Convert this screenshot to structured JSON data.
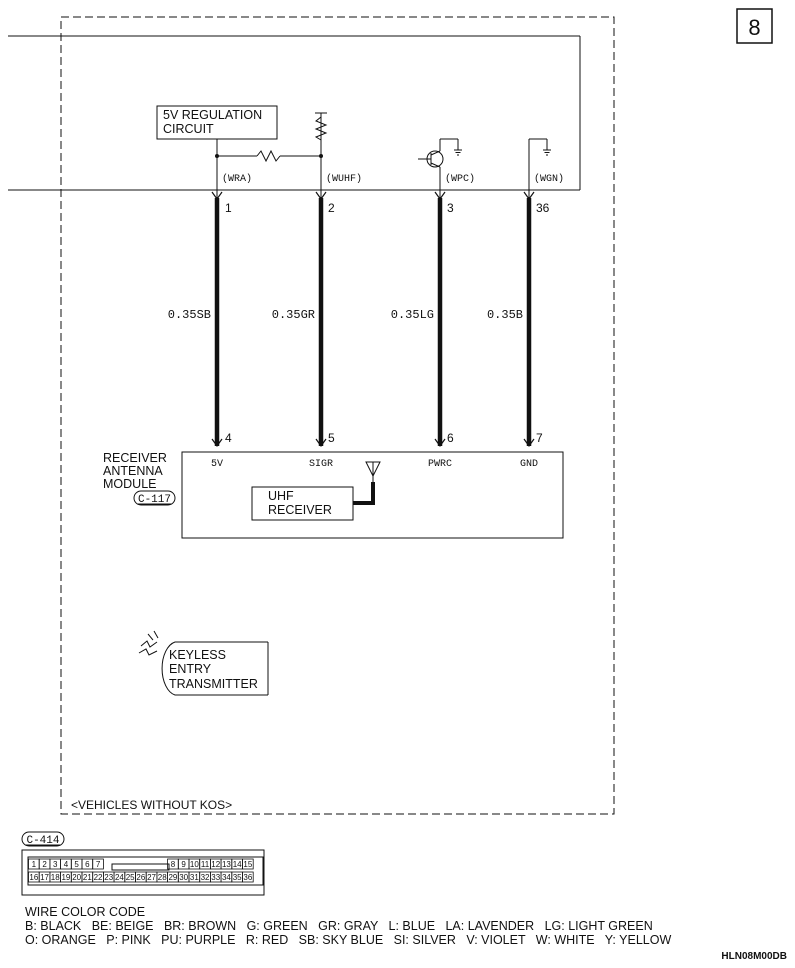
{
  "page_number": "8",
  "regulation_block": {
    "line1": "5V REGULATION",
    "line2": "CIRCUIT"
  },
  "circuits": [
    {
      "ecu_pin": "1",
      "signal": "(WRA)",
      "wire": "0.35SB",
      "module_pin": "4",
      "module_label": "5V"
    },
    {
      "ecu_pin": "2",
      "signal": "(WUHF)",
      "wire": "0.35GR",
      "module_pin": "5",
      "module_label": "SIGR"
    },
    {
      "ecu_pin": "3",
      "signal": "(WPC)",
      "wire": "0.35LG",
      "module_pin": "6",
      "module_label": "PWRC"
    },
    {
      "ecu_pin": "36",
      "signal": "(WGN)",
      "wire": "0.35B",
      "module_pin": "7",
      "module_label": "GND"
    }
  ],
  "receiver_module": {
    "line1": "RECEIVER",
    "line2": "ANTENNA",
    "line3": "MODULE",
    "connector": "C-117",
    "uhf_line1": "UHF",
    "uhf_line2": "RECEIVER"
  },
  "transmitter": {
    "line1": "KEYLESS",
    "line2": "ENTRY",
    "line3": "TRANSMITTER"
  },
  "vehicle_note": "<VEHICLES WITHOUT KOS>",
  "connector_c414": {
    "label": "C-414",
    "top_left_pins": [
      "1",
      "2",
      "3",
      "4",
      "5",
      "6",
      "7"
    ],
    "top_right_pins": [
      "8",
      "9",
      "10",
      "11",
      "12",
      "13",
      "14",
      "15"
    ],
    "bottom_pins": [
      "16",
      "17",
      "18",
      "19",
      "20",
      "21",
      "22",
      "23",
      "24",
      "25",
      "26",
      "27",
      "28",
      "29",
      "30",
      "31",
      "32",
      "33",
      "34",
      "35",
      "36"
    ]
  },
  "legend": {
    "title": "WIRE COLOR CODE",
    "line1": "B: BLACK   BE: BEIGE   BR: BROWN   G: GREEN   GR: GRAY   L: BLUE   LA: LAVENDER   LG: LIGHT GREEN",
    "line2": "O: ORANGE   P: PINK   PU: PURPLE   R: RED   SB: SKY BLUE   SI: SILVER   V: VIOLET   W: WHITE   Y: YELLOW"
  },
  "figure_code": "HLN08M00DB"
}
